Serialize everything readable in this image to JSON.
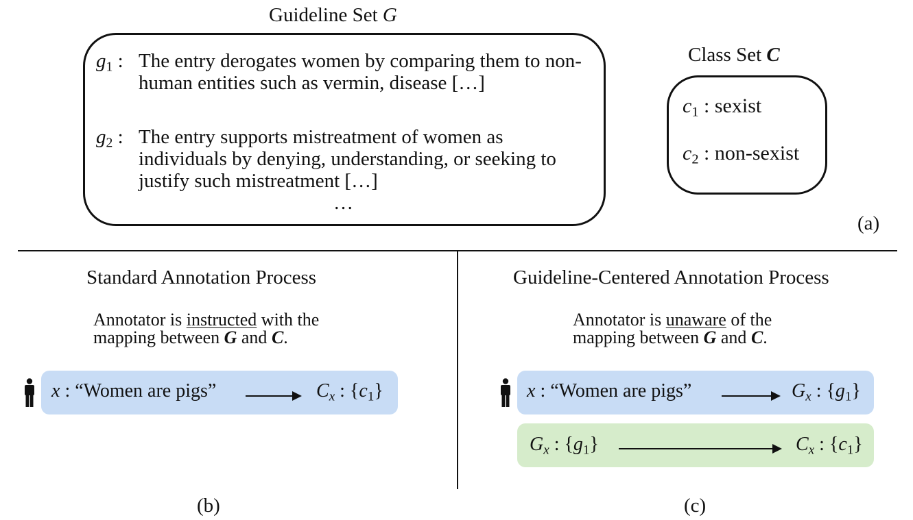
{
  "panel_a": {
    "guideline_title": "Guideline Set",
    "guideline_symbol": "G",
    "guidelines": [
      {
        "sym": "g",
        "sub": "1",
        "sep": ":",
        "text": "The entry derogates women by comparing them to non-human entities such as vermin, disease […]"
      },
      {
        "sym": "g",
        "sub": "2",
        "sep": ":",
        "text": "The entry supports mistreatment of women as individuals by denying, understanding, or seeking to justify such mistreatment […]"
      }
    ],
    "ellipsis": "…",
    "class_title": "Class Set",
    "class_symbol": "C",
    "classes": [
      {
        "sym": "c",
        "sub": "1",
        "sep": ":",
        "label": "sexist"
      },
      {
        "sym": "c",
        "sub": "2",
        "sep": ":",
        "label": "non-sexist"
      }
    ],
    "caption": "(a)"
  },
  "panel_b": {
    "title": "Standard Annotation Process",
    "desc_pre": "Annotator is",
    "desc_key": "instructed",
    "desc_post": "with the",
    "desc_line2_pre": "mapping between",
    "sym_G": "G",
    "and": "and",
    "sym_C": "C",
    "period": ".",
    "x_sym": "x",
    "colon": ":",
    "quote": "“Women are pigs”",
    "result_sym": "C",
    "result_sub": "x",
    "result_set_open": "{",
    "result_elem": "c",
    "result_elem_sub": "1",
    "result_set_close": "}",
    "caption": "(b)"
  },
  "panel_c": {
    "title": "Guideline-Centered Annotation Process",
    "desc_pre": "Annotator is",
    "desc_key": "unaware",
    "desc_post": "of the",
    "desc_line2_pre": "mapping between",
    "sym_G": "G",
    "and": "and",
    "sym_C": "C",
    "period": ".",
    "row1": {
      "x_sym": "x",
      "colon": ":",
      "quote": "“Women are pigs”",
      "out_sym": "G",
      "out_sub": "x",
      "open": "{",
      "elem": "g",
      "elem_sub": "1",
      "close": "}"
    },
    "row2": {
      "in_sym": "G",
      "in_sub": "x",
      "colon": ":",
      "open": "{",
      "in_elem": "g",
      "in_elem_sub": "1",
      "close": "}",
      "out_sym": "C",
      "out_sub": "x",
      "out_elem": "c",
      "out_elem_sub": "1"
    },
    "caption": "(c)"
  },
  "colors": {
    "pill_blue": "#c8dcf5",
    "pill_green": "#d6eccb"
  },
  "icons": {
    "annotator": "person-icon"
  }
}
